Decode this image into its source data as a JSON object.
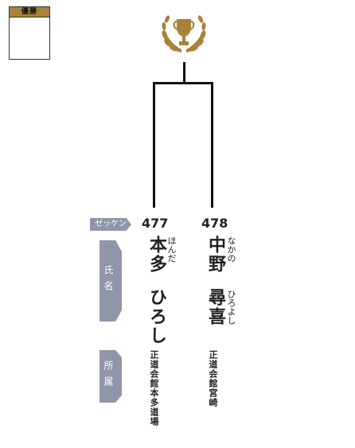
{
  "winner_box": {
    "label": "優勝"
  },
  "labels": {
    "zekken": "ゼッケン",
    "name": "氏名",
    "affiliation": "所属"
  },
  "players": [
    {
      "number": "477",
      "surname": "本多",
      "surname_kana": "ほんだ",
      "given": "ひろし",
      "given_kana": "",
      "affiliation": "正道会館本多道場"
    },
    {
      "number": "478",
      "surname": "中野",
      "surname_kana": "なかの",
      "given": "尋喜",
      "given_kana": "ひろよし",
      "affiliation": "正道会館宮崎"
    }
  ],
  "colors": {
    "gold": "#a8813a",
    "tag": "#8e96a8"
  },
  "icons": {
    "trophy": "trophy-icon"
  }
}
